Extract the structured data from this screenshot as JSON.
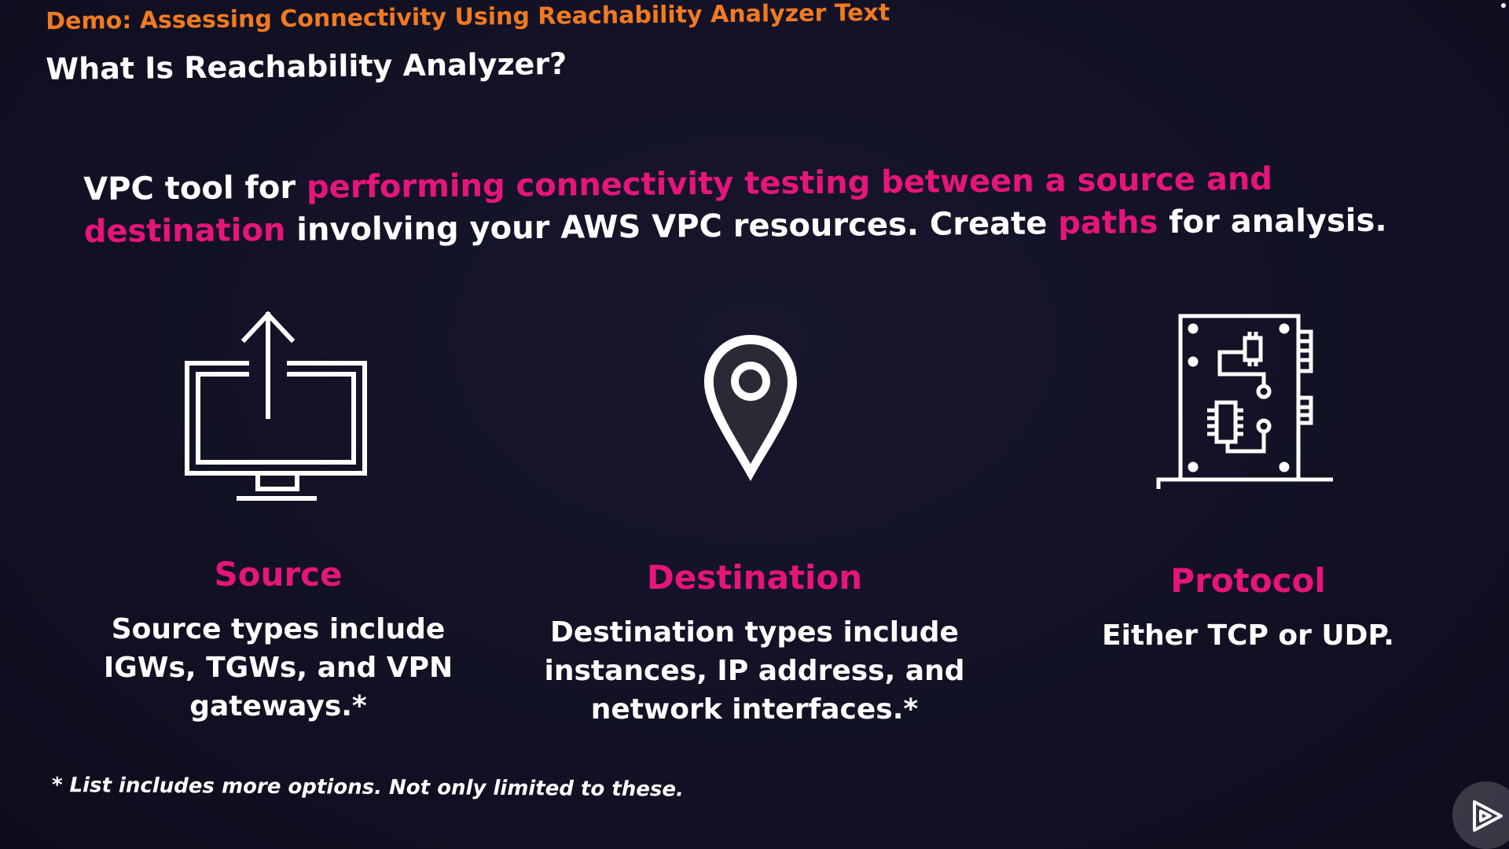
{
  "header": {
    "course_title": "Demo: Assessing Connectivity Using Reachability Analyzer Text",
    "slide_heading": "What Is Reachability Analyzer?"
  },
  "intro": {
    "part1": "VPC tool for ",
    "highlight1": "performing connectivity testing between a source and destination",
    "part2": " involving your AWS VPC resources. Create ",
    "highlight2": "paths",
    "part3": " for analysis."
  },
  "columns": {
    "source": {
      "icon": "monitor-upload-icon",
      "title": "Source",
      "description": "Source types include IGWs, TGWs, and VPN gateways.*"
    },
    "destination": {
      "icon": "location-pin-icon",
      "title": "Destination",
      "description": "Destination types include instances, IP address, and network interfaces.*"
    },
    "protocol": {
      "icon": "circuit-board-icon",
      "title": "Protocol",
      "description": "Either TCP or UDP."
    }
  },
  "footnote": "* List includes more options. Not only limited to these.",
  "controls": {
    "play_icon": "play-icon"
  },
  "colors": {
    "accent_orange": "#f07a21",
    "accent_pink": "#e6157a",
    "background": "#121124",
    "text": "#ffffff"
  }
}
